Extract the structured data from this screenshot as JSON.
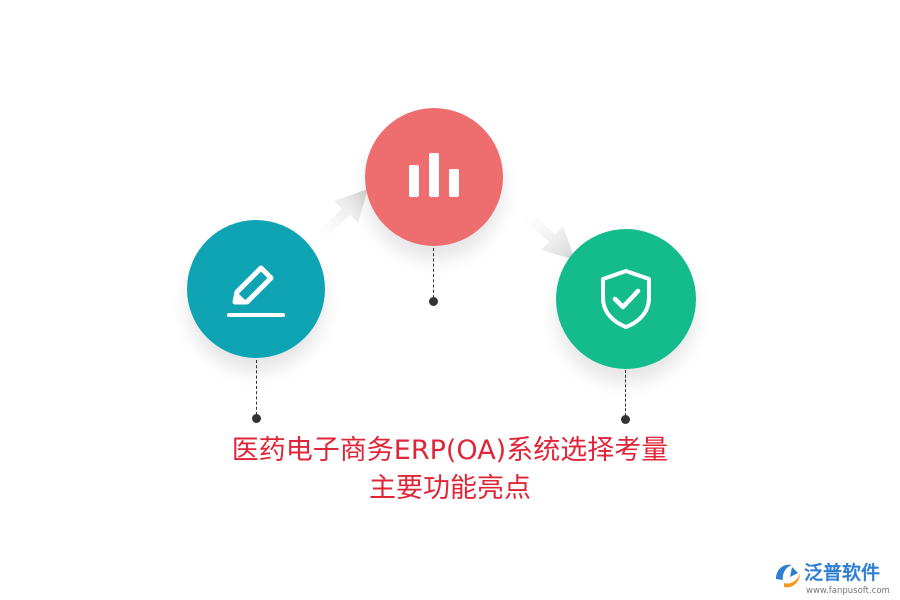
{
  "title": {
    "line1": "医药电子商务ERP(OA)系统选择考量",
    "line2": "主要功能亮点"
  },
  "nodes": [
    {
      "id": "edit",
      "icon": "pencil-edit-icon",
      "color": "#0fa4b3"
    },
    {
      "id": "chart",
      "icon": "bar-chart-icon",
      "color": "#ee6e70"
    },
    {
      "id": "shield",
      "icon": "shield-check-icon",
      "color": "#14bb8b"
    }
  ],
  "colors": {
    "title": "#e02538",
    "connector": "#333333",
    "arrow": "#d9d9d9",
    "logo_blue": "#2e7fd3",
    "logo_orange": "#f39a1e"
  },
  "logo": {
    "name": "泛普软件",
    "url_text": "www.fanpusoft.com"
  }
}
